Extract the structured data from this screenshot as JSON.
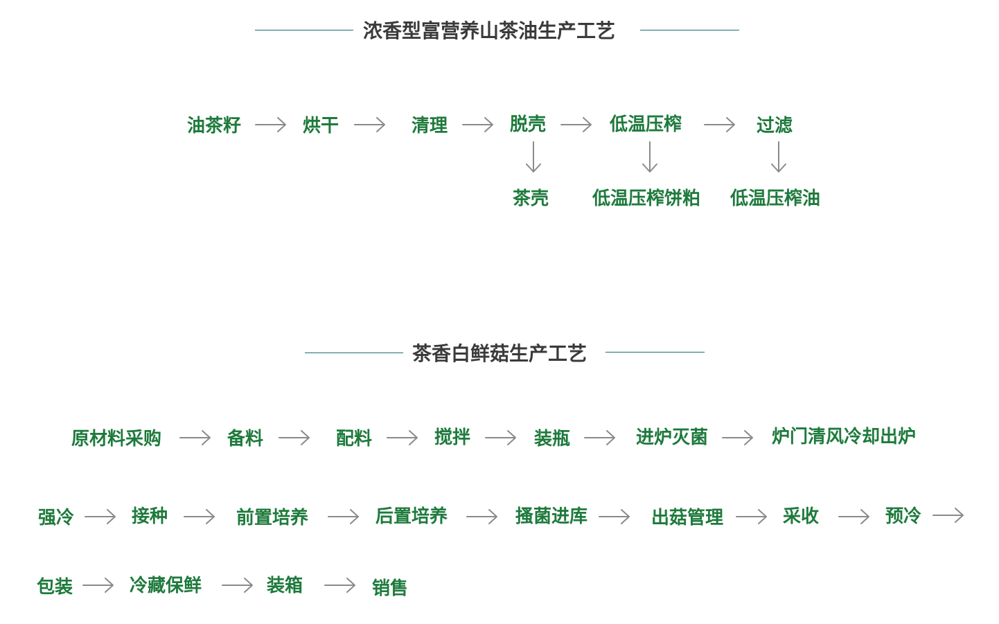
{
  "section1": {
    "title": "浓香型富营养山茶油生产工艺",
    "steps": [
      "油茶籽",
      "烘干",
      "清理",
      "脱壳",
      "低温压榨",
      "过滤"
    ],
    "outputs": [
      "茶壳",
      "低温压榨饼粕",
      "低温压榨油"
    ]
  },
  "section2": {
    "title": "茶香白鲜菇生产工艺",
    "row1": [
      "原材料采购",
      "备料",
      "配料",
      "搅拌",
      "装瓶",
      "进炉灭菌",
      "炉门清风冷却出炉"
    ],
    "row2": [
      "强冷",
      "接种",
      "前置培养",
      "后置培养",
      "搔菌进库",
      "出菇管理",
      "采收",
      "预冷"
    ],
    "row3": [
      "包装",
      "冷藏保鲜",
      "装箱",
      "销售"
    ]
  },
  "colors": {
    "step_text": "#1e7a3c",
    "title_text": "#3a3a3a",
    "title_line": "#1f6b6b",
    "arrow": "#8a8a8a"
  },
  "icons": {
    "flow_arrow": "right-arrow-icon",
    "output_arrow": "down-arrow-icon"
  }
}
